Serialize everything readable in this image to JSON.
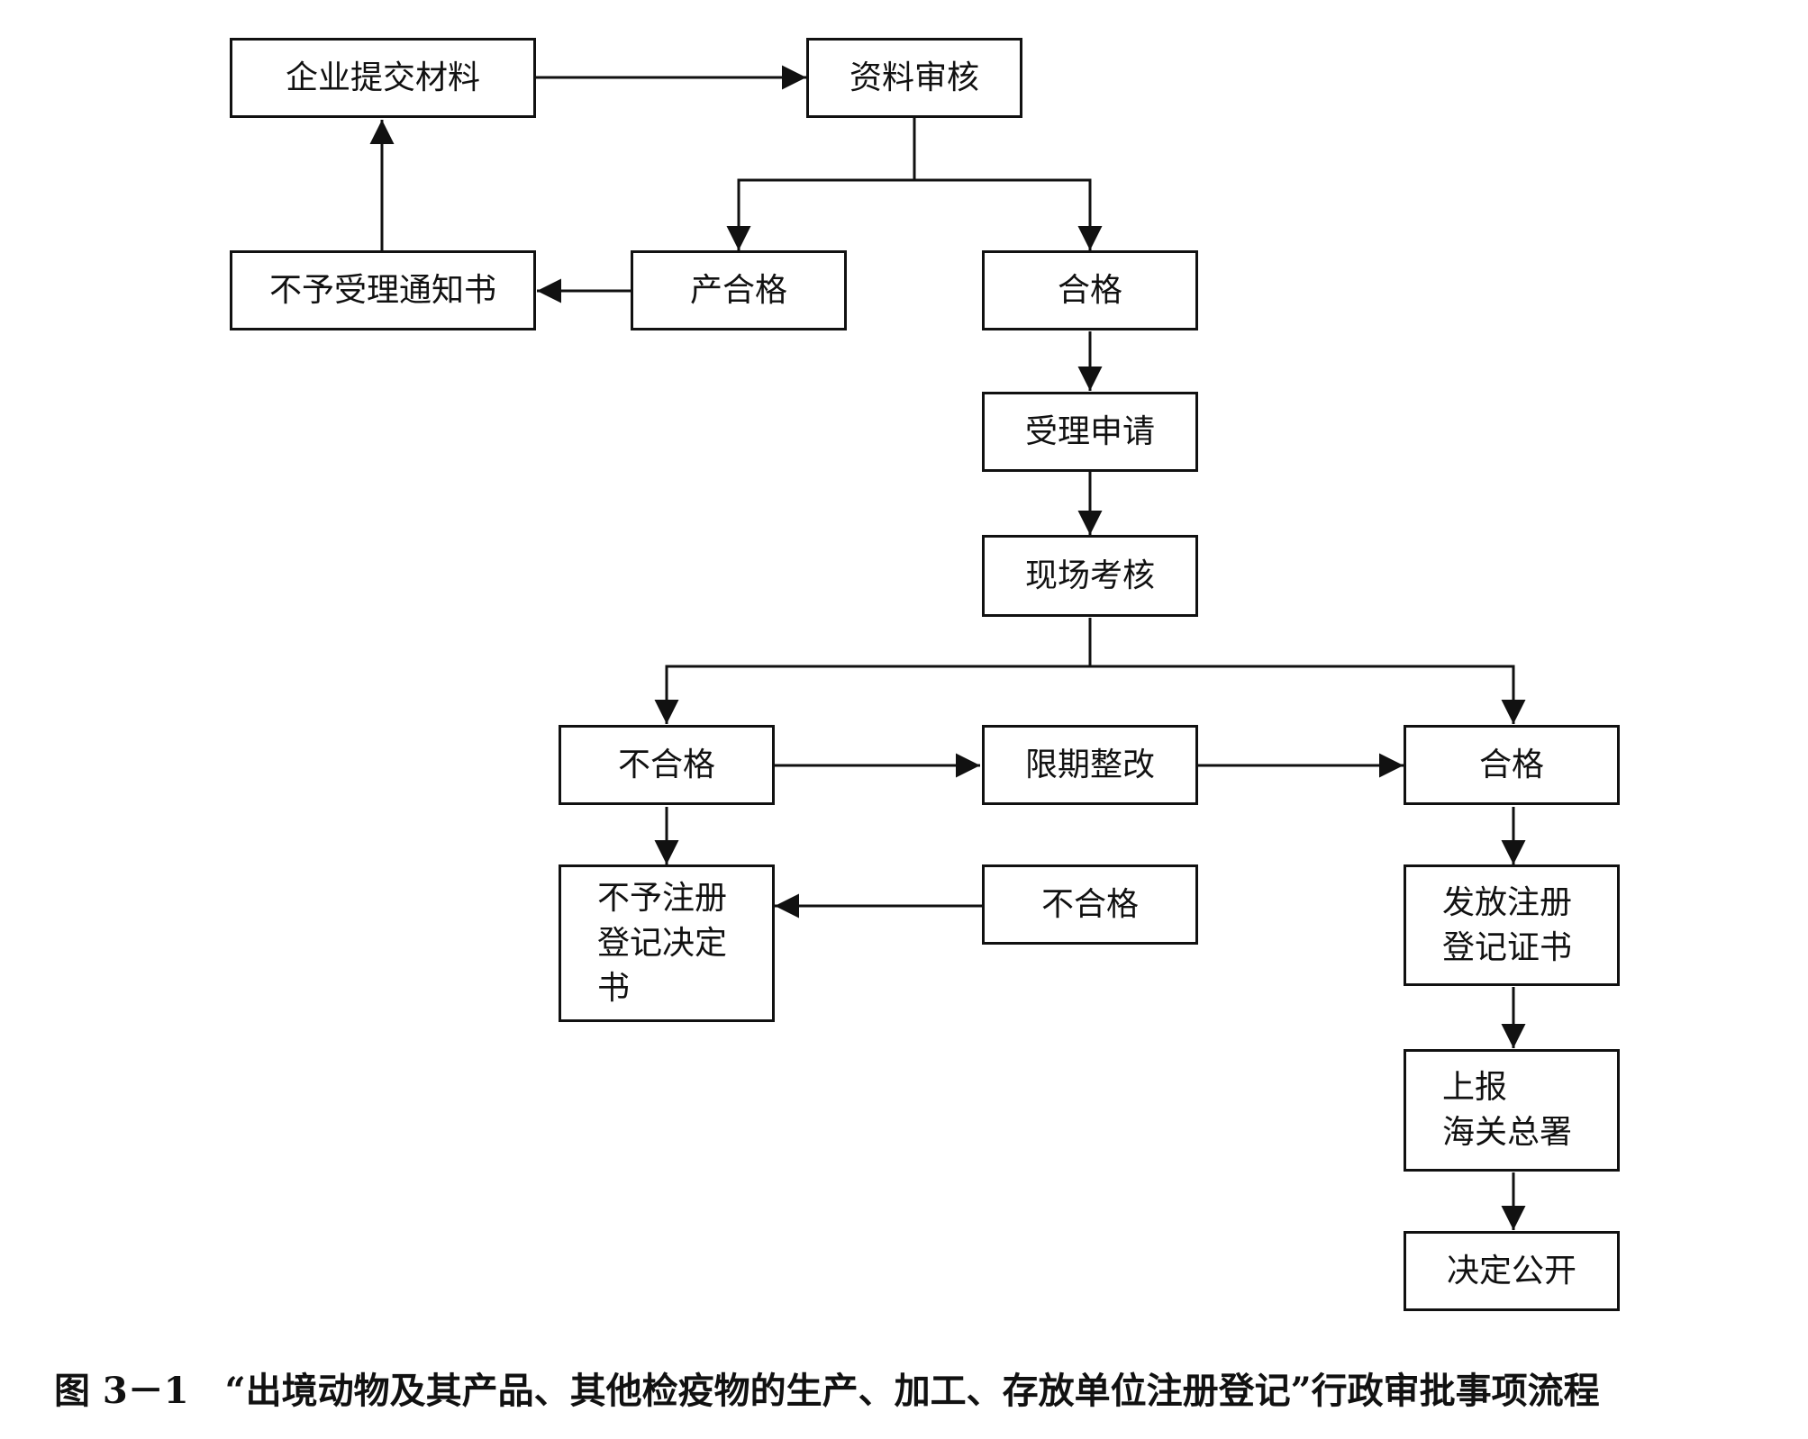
{
  "nodes": {
    "submit": "企业提交材料",
    "review": "资料审核",
    "reject_notice": "不予受理通知书",
    "unqualified_1": "产合格",
    "qualified_1": "合格",
    "accept": "受理申请",
    "onsite": "现场考核",
    "unqualified_2": "不合格",
    "rectify": "限期整改",
    "qualified_2": "合格",
    "no_register_lines": [
      "不予注册",
      "登记决定",
      "书"
    ],
    "unqualified_3": "不合格",
    "issue_cert_lines": [
      "发放注册",
      "登记证书"
    ],
    "report_lines": [
      "上报",
      "海关总署"
    ],
    "publish": "决定公开"
  },
  "caption": "图 3－1　“出境动物及其产品、其他检疫物的生产、加工、存放单位注册登记”行政审批事项流程"
}
